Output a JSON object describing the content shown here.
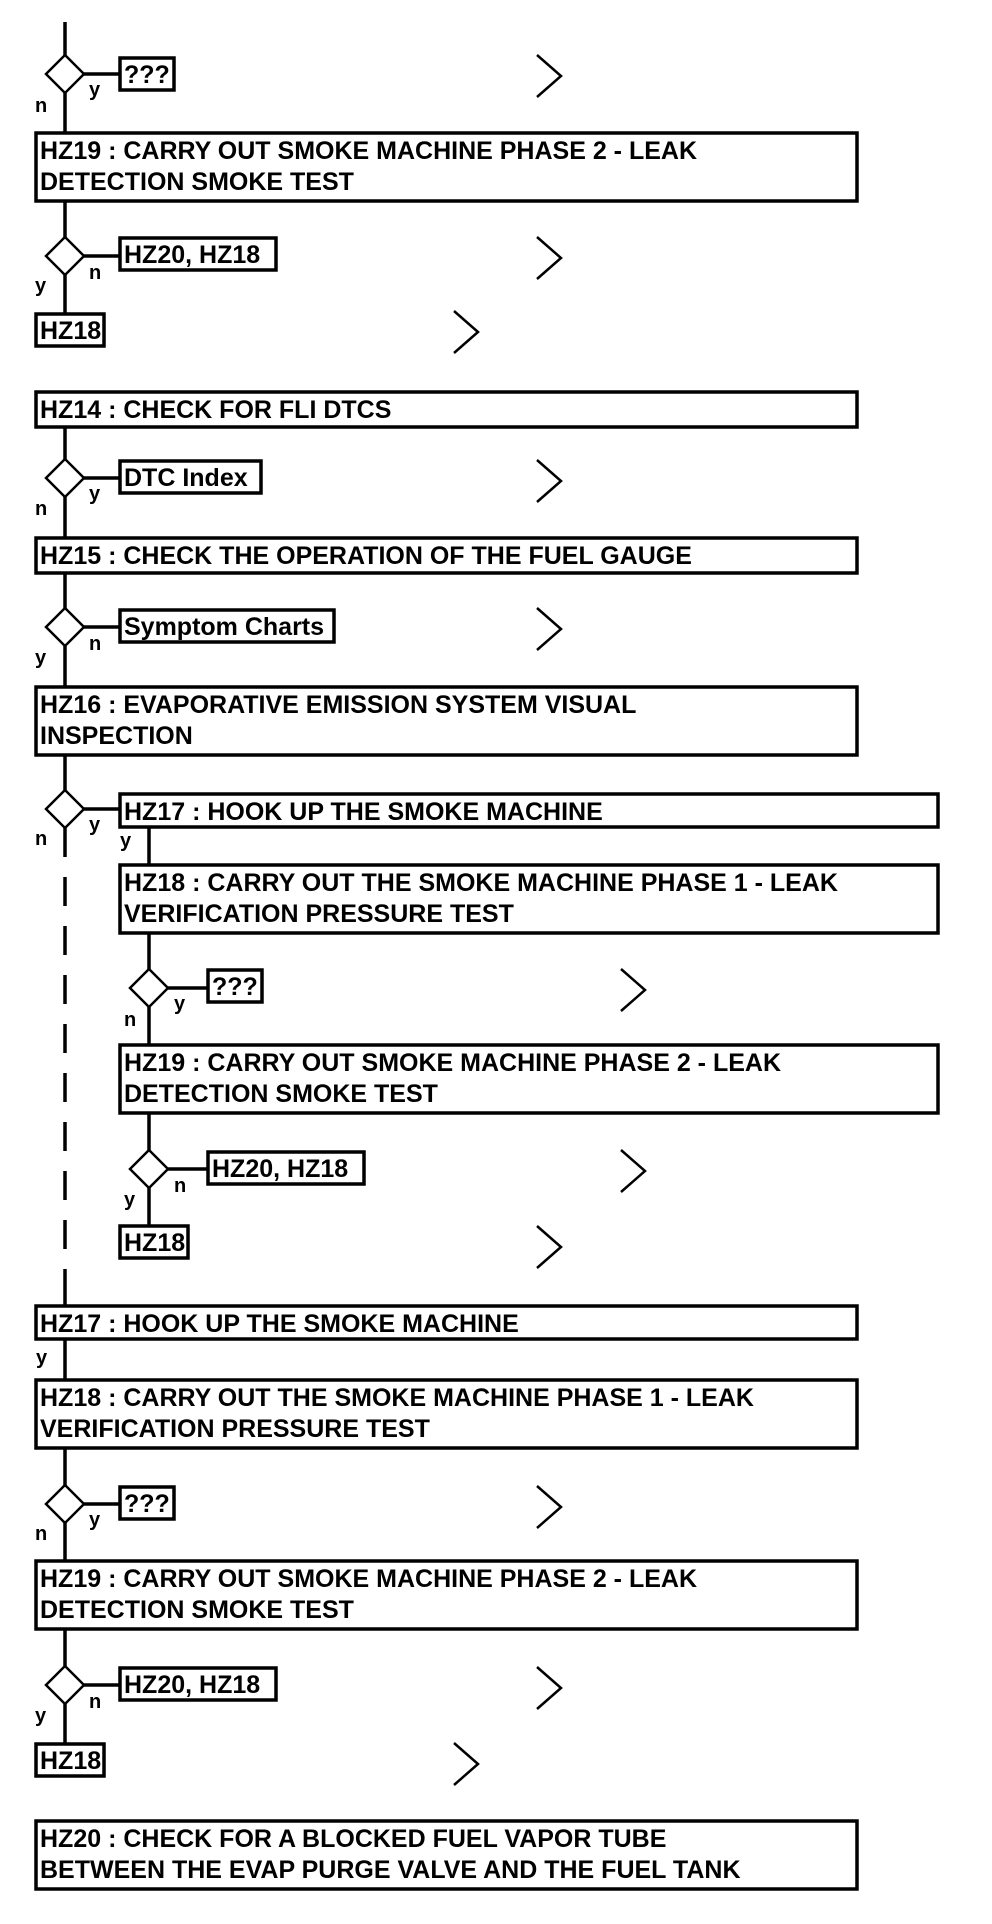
{
  "steps": {
    "s1": [
      "HZ19 : CARRY OUT SMOKE MACHINE PHASE 2 - LEAK",
      "DETECTION SMOKE TEST"
    ],
    "s2": [
      "HZ14 : CHECK FOR FLI DTCS"
    ],
    "s3": [
      "HZ15 : CHECK THE OPERATION OF THE FUEL GAUGE"
    ],
    "s4": [
      "HZ16 : EVAPORATIVE EMISSION SYSTEM VISUAL",
      "INSPECTION"
    ],
    "s5": [
      "HZ17 : HOOK UP THE SMOKE MACHINE"
    ],
    "s6": [
      "HZ18 : CARRY OUT THE SMOKE MACHINE PHASE 1 - LEAK",
      "VERIFICATION PRESSURE TEST"
    ],
    "s7": [
      "HZ19 : CARRY OUT SMOKE MACHINE PHASE 2 - LEAK",
      "DETECTION SMOKE TEST"
    ],
    "s8": [
      "HZ17 : HOOK UP THE SMOKE MACHINE"
    ],
    "s9": [
      "HZ18 : CARRY OUT THE SMOKE MACHINE PHASE 1 - LEAK",
      "VERIFICATION PRESSURE TEST"
    ],
    "s10": [
      "HZ19 : CARRY OUT SMOKE MACHINE PHASE 2 - LEAK",
      "DETECTION SMOKE TEST"
    ],
    "s11": [
      "HZ20 : CHECK FOR A BLOCKED FUEL VAPOR TUBE",
      "BETWEEN THE EVAP PURGE VALVE AND THE FUEL TANK"
    ]
  },
  "refs": {
    "r1": "???",
    "r2": "HZ20, HZ18",
    "r3": "HZ18",
    "r4": "DTC Index",
    "r5": "Symptom Charts",
    "r6": "???",
    "r7": "HZ20, HZ18",
    "r8": "HZ18",
    "r9": "???",
    "r10": "HZ20, HZ18",
    "r11": "HZ18"
  },
  "branch_labels": {
    "yes": "y",
    "no": "n"
  }
}
